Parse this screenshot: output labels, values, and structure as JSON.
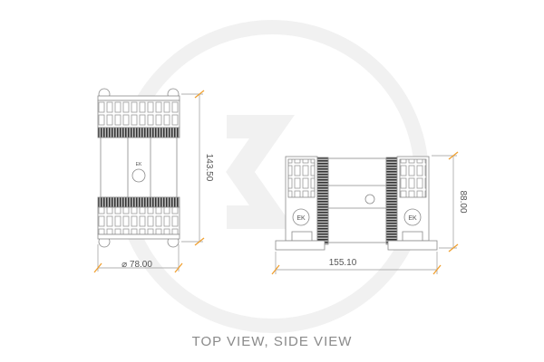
{
  "drawing": {
    "caption": "TOP VIEW, SIDE VIEW",
    "top_view": {
      "height_dimension": "143.50",
      "diameter_dimension": "⌀ 78.00"
    },
    "side_view": {
      "length_dimension": "155.10",
      "height_dimension": "88.00"
    },
    "logo": "EK",
    "colors": {
      "dimension_marks": "#f0a030",
      "outline": "#8a8a8a",
      "knurl_ring": "#444444",
      "watermark": "#f1f1f1"
    }
  }
}
